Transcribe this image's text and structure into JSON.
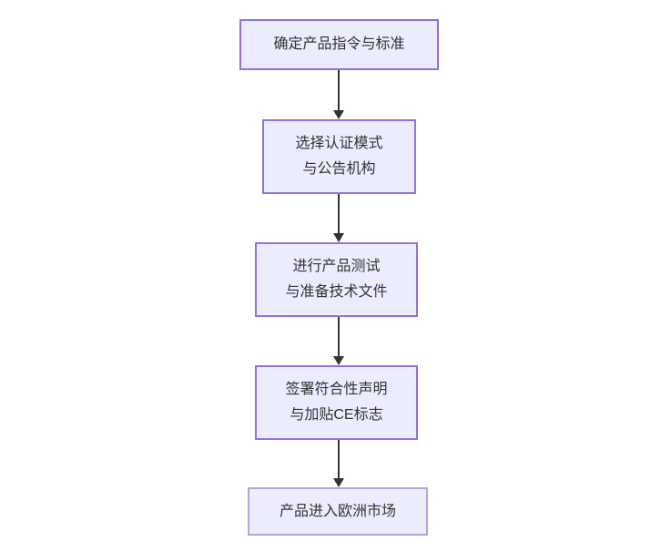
{
  "diagram": {
    "type": "flowchart",
    "direction": "top-down",
    "colors": {
      "background": "#ffffff",
      "node_fill": "#ececff",
      "node_border": "#9370db",
      "end_node_border": "#b3a2e0",
      "arrow": "#333333",
      "text": "#333333"
    },
    "nodes": [
      {
        "lines": [
          "确定产品指令与标准"
        ]
      },
      {
        "lines": [
          "选择认证模式",
          "与公告机构"
        ]
      },
      {
        "lines": [
          "进行产品测试",
          "与准备技术文件"
        ]
      },
      {
        "lines": [
          "签署符合性声明",
          "与加贴CE标志"
        ]
      },
      {
        "lines": [
          "产品进入欧洲市场"
        ]
      }
    ],
    "edges": [
      {
        "from": 1,
        "to": 2
      },
      {
        "from": 2,
        "to": 3
      },
      {
        "from": 3,
        "to": 4
      },
      {
        "from": 4,
        "to": 5
      }
    ]
  }
}
